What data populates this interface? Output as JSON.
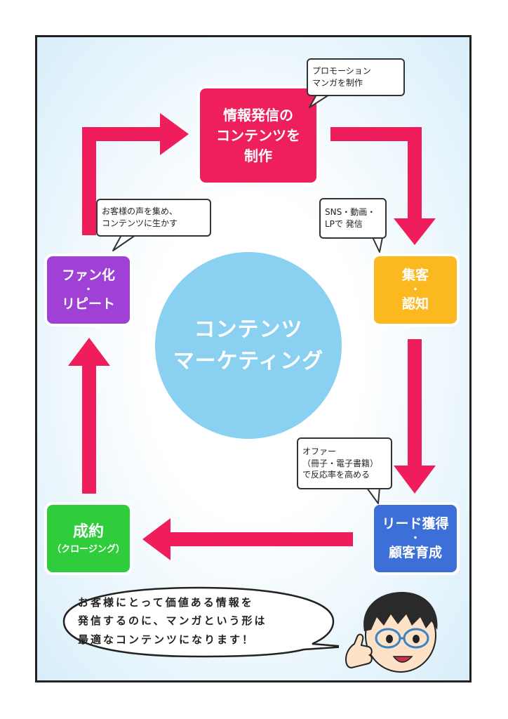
{
  "center": {
    "line1": "コンテンツ",
    "line2": "マーケティング"
  },
  "nodes": {
    "content": {
      "line1": "情報発信の",
      "line2": "コンテンツを",
      "line3": "制作",
      "color": "#ee1f5a"
    },
    "attract": {
      "line1": "集客",
      "sep": "・",
      "line2": "認知",
      "color": "#fbb91f"
    },
    "lead": {
      "line1": "リード獲得",
      "sep": "・",
      "line2": "顧客育成",
      "color": "#3d6fd8"
    },
    "closing": {
      "line1": "成約",
      "line2": "（クロージング）",
      "color": "#2fcd3b"
    },
    "fan": {
      "line1": "ファン化",
      "sep": "・",
      "line2": "リピート",
      "color": "#a041d6"
    }
  },
  "bubbles": {
    "promo": {
      "line1": "プロモーション",
      "line2": "マンガを制作"
    },
    "sns": {
      "line1": "SNS・動画・",
      "line2": "LPで 発信"
    },
    "offer": {
      "line1": "オファー",
      "line2": "（冊子・電子書籍）",
      "line3": "で反応率を高める"
    },
    "voice": {
      "line1": "お客様の声を集め、",
      "line2": "コンテンツに生かす"
    }
  },
  "speech": {
    "line1": "お客様にとって価値ある情報を",
    "line2": "発信するのに、マンガという形は",
    "line3": "最適なコンテンツになります！"
  },
  "colors": {
    "arrow": "#f01d5c",
    "background": "#d8eefa",
    "mascot_hair": "#2a2a2a",
    "mascot_glasses": "#3b82c4"
  }
}
